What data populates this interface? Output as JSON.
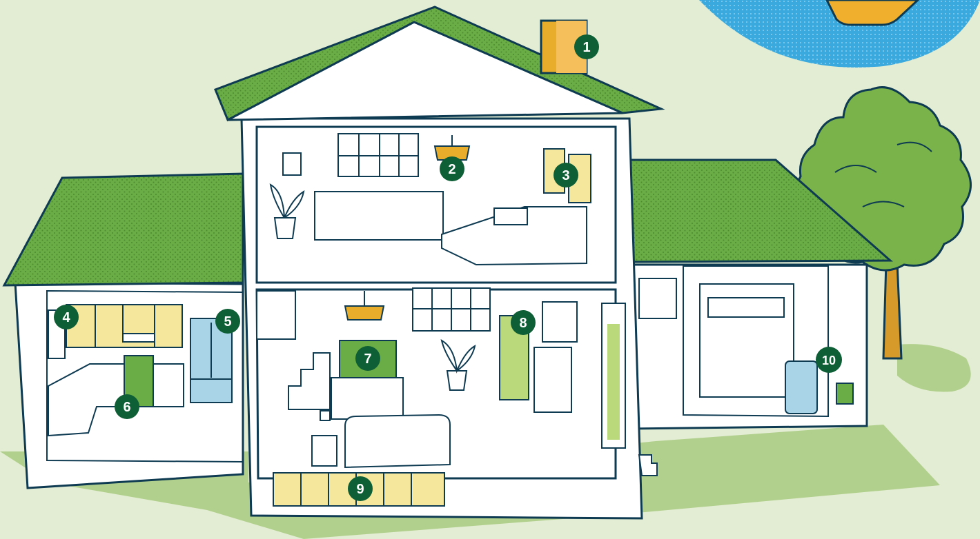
{
  "colors": {
    "background": "#e3edd3",
    "ground": "#b2d08d",
    "roof": "#6aac45",
    "outline": "#0e3a52",
    "marker": "#0e5e36",
    "accent_yellow": "#f5e79c",
    "accent_orange": "#e9ad2c",
    "accent_blue": "#a9d3e6",
    "accent_green": "#b9d97a",
    "tree": "#79b34a",
    "trunk": "#d59a2a",
    "badge_blue": "#3aa9dd"
  },
  "icons": {
    "tree": "tree-icon",
    "plant": "potted-plant-icon",
    "badge": "circle-badge-icon"
  },
  "hotspots": [
    {
      "label": "1",
      "area": "chimney"
    },
    {
      "label": "2",
      "area": "upstairs-ceiling-light"
    },
    {
      "label": "3",
      "area": "bedroom-windows"
    },
    {
      "label": "4",
      "area": "kitchen-cabinets"
    },
    {
      "label": "5",
      "area": "refrigerator"
    },
    {
      "label": "6",
      "area": "kitchen-range"
    },
    {
      "label": "7",
      "area": "television"
    },
    {
      "label": "8",
      "area": "bookshelf"
    },
    {
      "label": "9",
      "area": "basement-floor-joists"
    },
    {
      "label": "10",
      "area": "water-heater-and-gas-meter"
    }
  ]
}
